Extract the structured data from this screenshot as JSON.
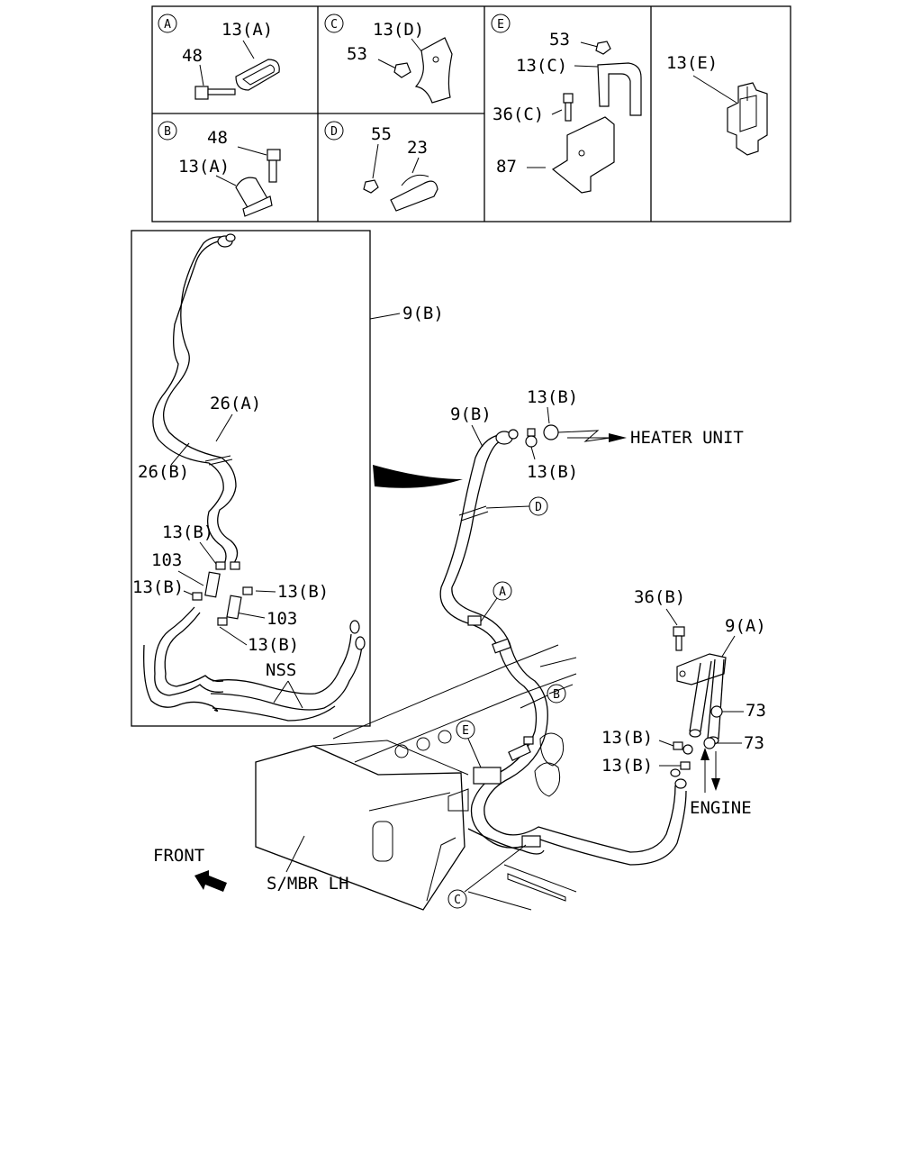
{
  "detail_boxes": {
    "A": {
      "letter": "A",
      "labels": [
        "13(A)",
        "48"
      ]
    },
    "B": {
      "letter": "B",
      "labels": [
        "48",
        "13(A)"
      ]
    },
    "C": {
      "letter": "C",
      "labels": [
        "13(D)",
        "53"
      ]
    },
    "D": {
      "letter": "D",
      "labels": [
        "55",
        "23"
      ]
    },
    "E": {
      "letter": "E",
      "labels": [
        "53",
        "13(C)",
        "36(C)",
        "87"
      ]
    },
    "E2": {
      "labels": [
        "13(E)"
      ]
    }
  },
  "inset": {
    "labels": [
      "9(B)",
      "26(A)",
      "26(B)",
      "13(B)",
      "103",
      "13(B)",
      "13(B)",
      "103",
      "13(B)",
      "NSS"
    ]
  },
  "main": {
    "labels": [
      "13(B)",
      "9(B)",
      "13(B)",
      "36(B)",
      "9(A)",
      "73",
      "73",
      "13(B)",
      "13(B)",
      "S/MBR LH",
      "FRONT"
    ],
    "destinations": {
      "heater": "HEATER UNIT",
      "engine": "ENGINE"
    },
    "callouts": [
      "D",
      "A",
      "B",
      "E",
      "C"
    ]
  },
  "icons": {
    "front_arrow": "front-direction-arrow-icon",
    "heater_arrow": "flow-arrow-right-icon",
    "engine_arrows": "flow-arrow-updown-icon",
    "section_sweep": "view-transition-arrow-icon"
  }
}
